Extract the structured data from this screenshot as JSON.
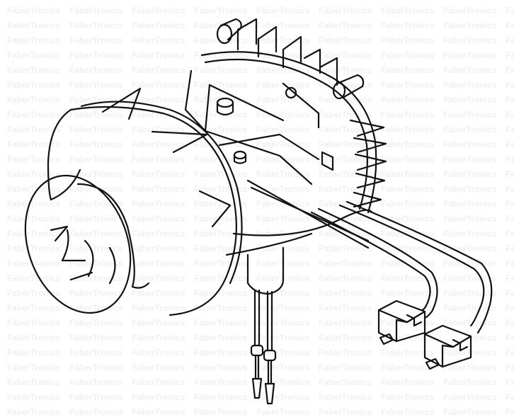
{
  "watermark": {
    "text": "FaberTronics",
    "color": "#f0f0f0",
    "rows": 28,
    "cols": 9
  },
  "diagram": {
    "subject": "blower motor assembly with fan impeller, heat-sink fins, electrical leads and two connectors",
    "line_color": "#111111",
    "background": "#ffffff",
    "components": [
      {
        "name": "fan-impeller",
        "label": ""
      },
      {
        "name": "motor-housing",
        "label": ""
      },
      {
        "name": "heat-sink-fins",
        "label": ""
      },
      {
        "name": "wire-leads",
        "label": ""
      },
      {
        "name": "connector-1",
        "label": ""
      },
      {
        "name": "connector-2",
        "label": ""
      },
      {
        "name": "terminal-pins",
        "label": ""
      }
    ]
  }
}
